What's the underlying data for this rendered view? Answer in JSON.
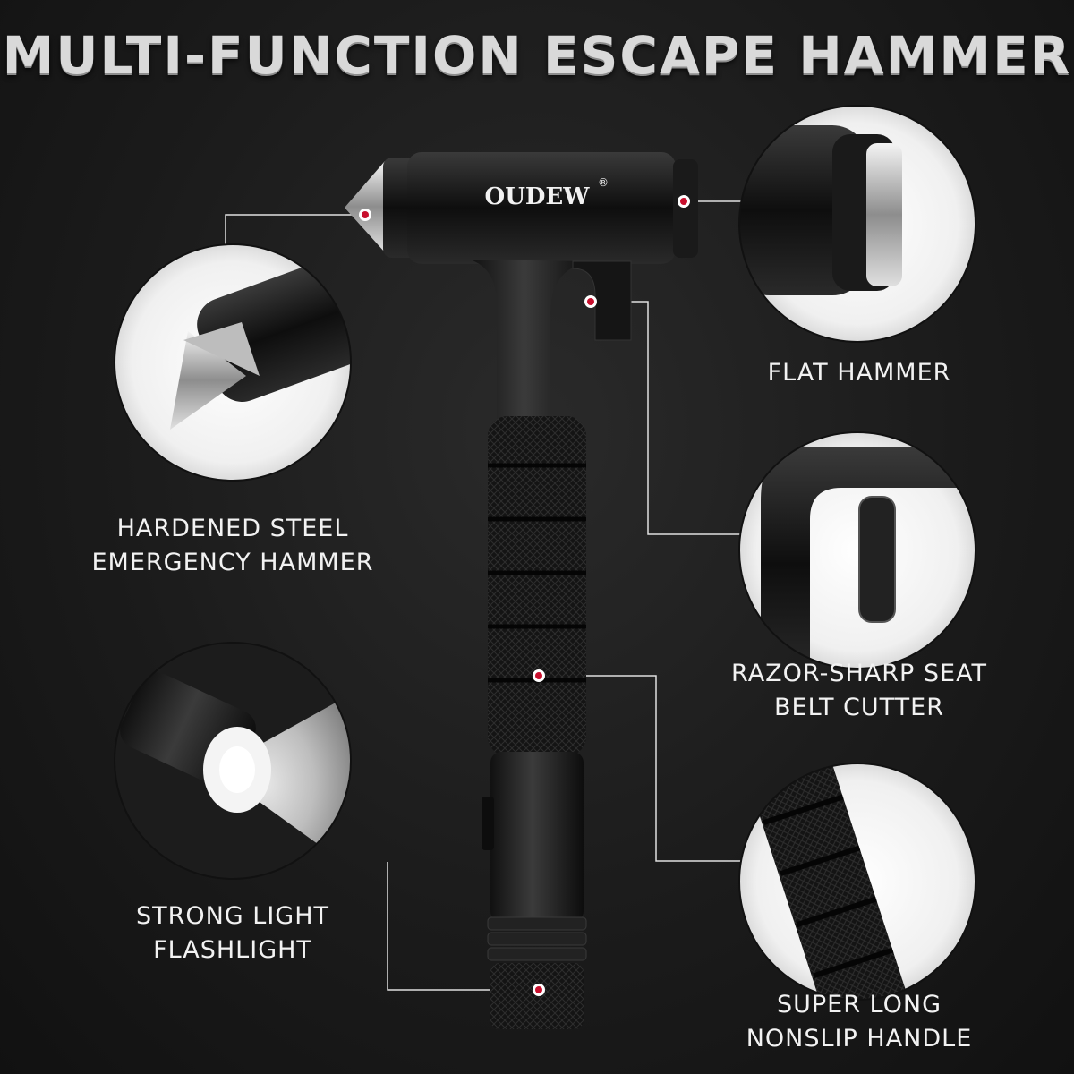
{
  "title": "MULTI-FUNCTION ESCAPE HAMMER",
  "brand": "OUDEW",
  "brand_mark": "®",
  "features": [
    {
      "lines": [
        "HARDENED STEEL",
        "EMERGENCY HAMMER"
      ],
      "icon": "steel-tip-icon"
    },
    {
      "lines": [
        "FLAT HAMMER"
      ],
      "icon": "flat-hammer-icon"
    },
    {
      "lines": [
        "RAZOR-SHARP SEAT",
        "BELT CUTTER"
      ],
      "icon": "belt-cutter-icon"
    },
    {
      "lines": [
        "STRONG LIGHT",
        "FLASHLIGHT"
      ],
      "icon": "flashlight-icon"
    },
    {
      "lines": [
        "SUPER LONG",
        "NONSLIP HANDLE"
      ],
      "icon": "nonslip-handle-icon"
    }
  ],
  "colors": {
    "background": "#1b1b1b",
    "title": "#d9d9d9",
    "label": "#f2f2f2",
    "callout_dot": "#c8102e",
    "leader_line": "#e0e0e0"
  }
}
